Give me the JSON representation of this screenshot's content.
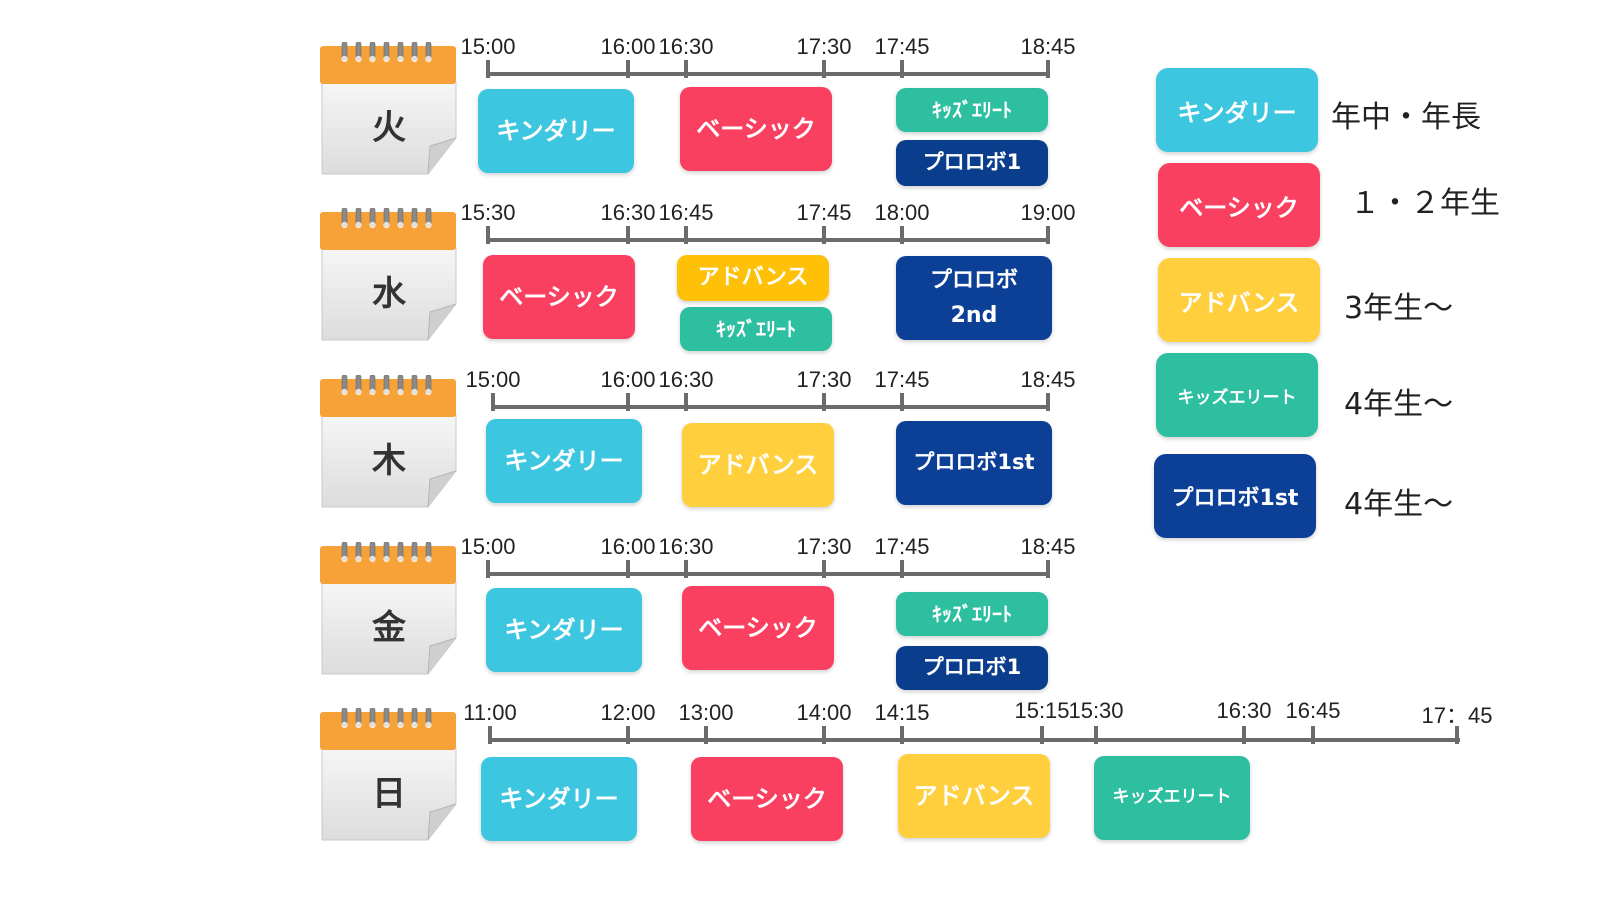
{
  "colors": {
    "kindery": "#3CC6E0",
    "basic": "#FA4060",
    "advance": "#FFCF3D",
    "advance_dark": "#FFC107",
    "kids_elite": "#2EBEA0",
    "proroboa": "#0C3F96",
    "proroboa_dark": "#0A3E8C"
  },
  "days": [
    {
      "label": "火",
      "ticks": [
        "15:00",
        "16:00",
        "16:30",
        "17:30",
        "17:45",
        "18:45"
      ],
      "classes": [
        {
          "label": "キンダリー",
          "color": "kindery"
        },
        {
          "label": "ベーシック",
          "color": "basic"
        },
        {
          "label": "ｷｯｽﾞｴﾘｰﾄ",
          "color": "kids_elite"
        },
        {
          "label": "プロロボ1",
          "color": "proroboa_dark"
        }
      ]
    },
    {
      "label": "水",
      "ticks": [
        "15:30",
        "16:30",
        "16:45",
        "17:45",
        "18:00",
        "19:00"
      ],
      "classes": [
        {
          "label": "ベーシック",
          "color": "basic"
        },
        {
          "label": "アドバンス",
          "color": "advance_dark"
        },
        {
          "label": "ｷｯｽﾞｴﾘｰﾄ",
          "color": "kids_elite"
        },
        {
          "label": "プロロボ\n2nd",
          "color": "proroboa"
        }
      ]
    },
    {
      "label": "木",
      "ticks": [
        "15:00",
        "16:00",
        "16:30",
        "17:30",
        "17:45",
        "18:45"
      ],
      "classes": [
        {
          "label": "キンダリー",
          "color": "kindery"
        },
        {
          "label": "アドバンス",
          "color": "advance"
        },
        {
          "label": "プロロボ1st",
          "color": "proroboa"
        }
      ]
    },
    {
      "label": "金",
      "ticks": [
        "15:00",
        "16:00",
        "16:30",
        "17:30",
        "17:45",
        "18:45"
      ],
      "classes": [
        {
          "label": "キンダリー",
          "color": "kindery"
        },
        {
          "label": "ベーシック",
          "color": "basic"
        },
        {
          "label": "ｷｯｽﾞｴﾘｰﾄ",
          "color": "kids_elite"
        },
        {
          "label": "プロロボ1",
          "color": "proroboa_dark"
        }
      ]
    },
    {
      "label": "日",
      "ticks": [
        "11:00",
        "12:00",
        "13:00",
        "14:00",
        "14:15",
        "15:15",
        "15:30",
        "16:30",
        "16:45",
        "17：45"
      ],
      "classes": [
        {
          "label": "キンダリー",
          "color": "kindery"
        },
        {
          "label": "ベーシック",
          "color": "basic"
        },
        {
          "label": "アドバンス",
          "color": "advance"
        },
        {
          "label": "キッズエリート",
          "color": "kids_elite"
        }
      ]
    }
  ],
  "legend": [
    {
      "label": "キンダリー",
      "color": "kindery",
      "desc": "年中・年長"
    },
    {
      "label": "ベーシック",
      "color": "basic",
      "desc": "１・２年生"
    },
    {
      "label": "アドバンス",
      "color": "advance",
      "desc": "3年生〜"
    },
    {
      "label": "キッズエリート",
      "color": "kids_elite",
      "desc": "4年生〜"
    },
    {
      "label": "プロロボ1st",
      "color": "proroboa",
      "desc": "4年生〜"
    }
  ]
}
